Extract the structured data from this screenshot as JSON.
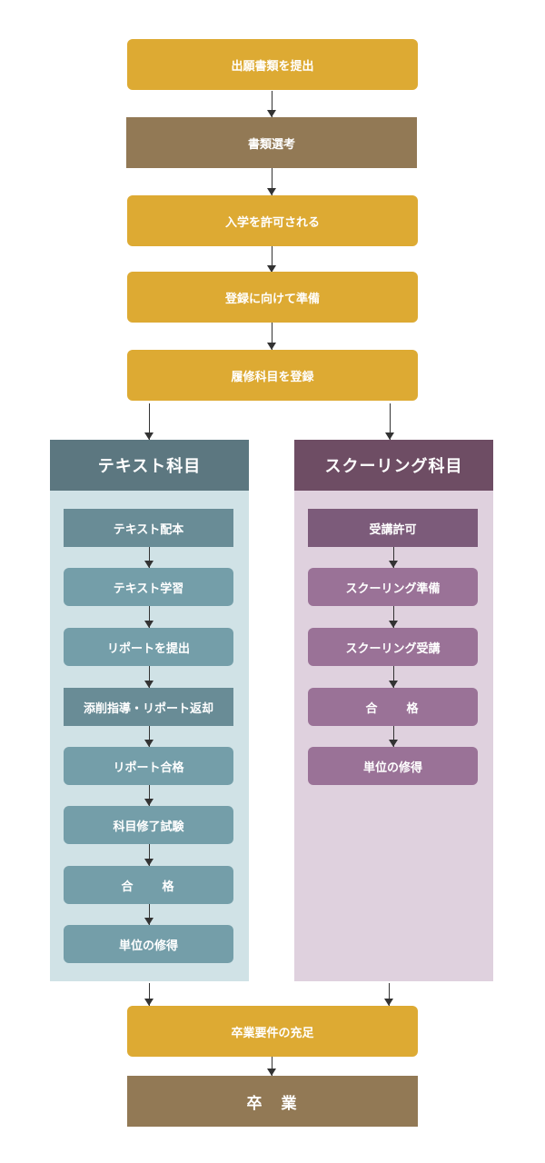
{
  "flow": {
    "submit_application": "出願書類を提出",
    "document_screening": "書類選考",
    "admission_granted": "入学を許可される",
    "registration_prep": "登録に向けて準備",
    "course_registration": "履修科目を登録",
    "graduation_requirements": "卒業要件の充足",
    "graduation": "卒　業"
  },
  "text_subjects": {
    "title": "テキスト科目",
    "steps": [
      "テキスト配本",
      "テキスト学習",
      "リポートを提出",
      "添削指導・リポート返却",
      "リポート合格",
      "科目修了試験",
      "合　　格",
      "単位の修得"
    ]
  },
  "schooling_subjects": {
    "title": "スクーリング科目",
    "steps": [
      "受講許可",
      "スクーリング準備",
      "スクーリング受講",
      "合　　格",
      "単位の修得"
    ]
  },
  "colors": {
    "main_step": "#ddaa33",
    "screening_step": "#927955",
    "text_panel": "#d0e2e6",
    "text_header": "#5c7780",
    "schooling_panel": "#dfd1de",
    "schooling_header": "#6e4d64"
  }
}
